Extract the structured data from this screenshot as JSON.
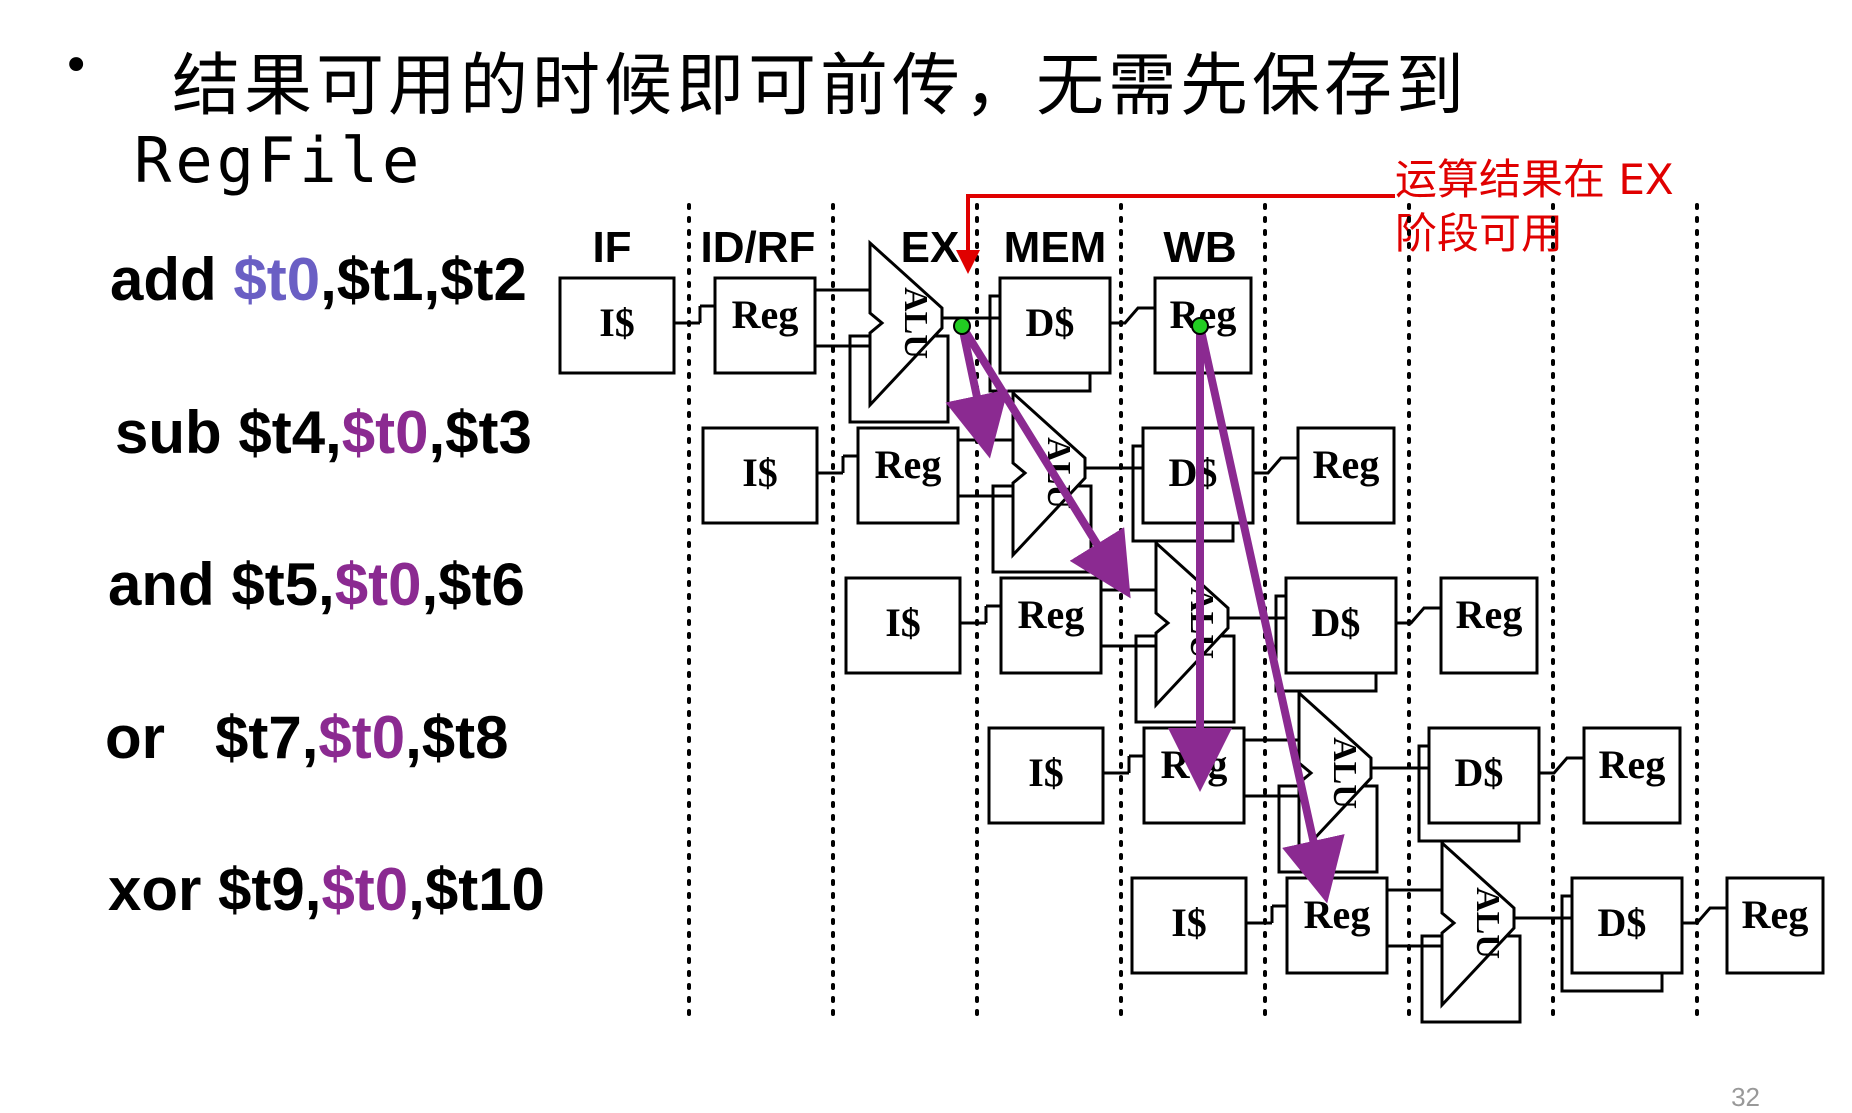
{
  "slide": {
    "bullet": "•",
    "title_line1": "结果可用的时候即可前传，无需先保存到",
    "title_line2": "RegFile",
    "note_line1": "运算结果在 EX",
    "note_line2": "阶段可用",
    "page_number": "32"
  },
  "stages": [
    "IF",
    "ID/RF",
    "EX",
    "MEM",
    "WB"
  ],
  "instructions": [
    {
      "pre": "add ",
      "reg": "$t0",
      "post": ",$t1,$t2",
      "hl": "blue"
    },
    {
      "pre": "sub $t4,",
      "reg": "$t0",
      "post": ",$t3",
      "hl": "purple"
    },
    {
      "pre": "and $t5,",
      "reg": "$t0",
      "post": ",$t6",
      "hl": "purple"
    },
    {
      "pre": "or   $t7,",
      "reg": "$t0",
      "post": ",$t8",
      "hl": "purple"
    },
    {
      "pre": "xor $t9,",
      "reg": "$t0",
      "post": ",$t10",
      "hl": "purple"
    }
  ],
  "pipeline_labels": {
    "icache": "I$",
    "reg": "Reg",
    "alu": "ALU",
    "dcache": "D$"
  },
  "colors": {
    "forward_arrow": "#8b2a91",
    "note_red": "#e00000",
    "blue_reg": "#6a5fc4",
    "green_dot": "#22cc22"
  }
}
